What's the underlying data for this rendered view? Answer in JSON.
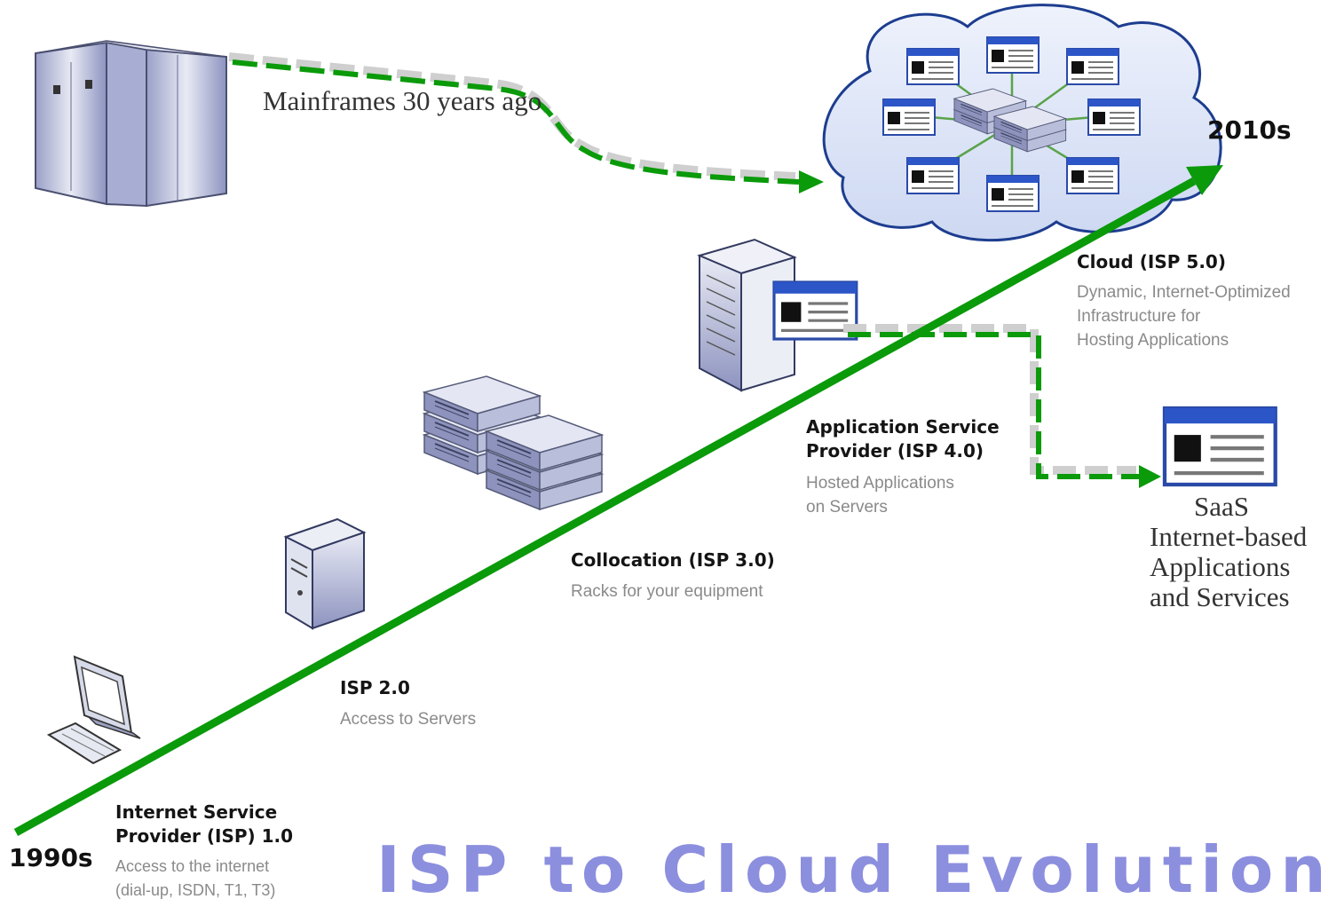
{
  "eras": {
    "start": "1990s",
    "end": "2010s"
  },
  "mainframe_note": "Mainframes 30 years ago",
  "stages": [
    {
      "title": "Internet Service\nProvider (ISP) 1.0",
      "desc": "Access to the internet\n(dial-up, ISDN, T1, T3)"
    },
    {
      "title": "ISP 2.0",
      "desc": "Access to Servers"
    },
    {
      "title": "Collocation (ISP 3.0)",
      "desc": "Racks for your equipment"
    },
    {
      "title": "Application Service\nProvider (ISP 4.0)",
      "desc": "Hosted Applications\non Servers"
    },
    {
      "title": "Cloud (ISP 5.0)",
      "desc": "Dynamic, Internet-Optimized\nInfrastructure for\nHosting Applications"
    }
  ],
  "saas": {
    "title": "SaaS",
    "desc": "Internet-based\nApplications\nand Services"
  },
  "main_title": "ISP to Cloud Evolution",
  "colors": {
    "arrow_green": "#0a9a0a",
    "title_purple": "#8c8fde",
    "cloud_fill": "#dfe6f8",
    "cloud_stroke": "#1d3d8f"
  }
}
